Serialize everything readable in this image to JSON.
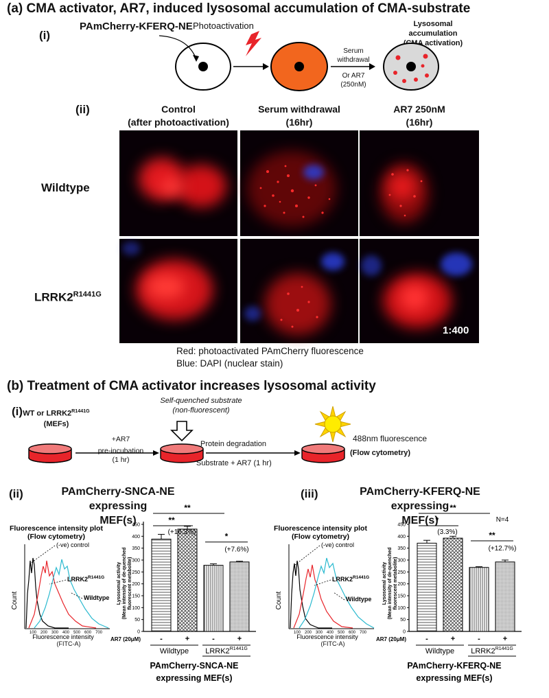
{
  "panel_a": {
    "title": "(a)  CMA activator, AR7, induced lysosomal accumulation of CMA-substrate",
    "i_label": "(i)",
    "reporter": "PAmCherry-KFERQ-NE",
    "photoactivation": "Photoactivation",
    "serum_line1": "Serum",
    "serum_line2": "withdrawal",
    "or_ar7": "Or AR7",
    "ar7_conc": "(250nM)",
    "lyso_line1": "Lysosomal  accumulation",
    "lyso_line2": "(CMA activation)",
    "ii_label": "(ii)",
    "col1_line1": "Control",
    "col1_line2": "(after photoactivation)",
    "col2_line1": "Serum withdrawal",
    "col2_line2": "(16hr)",
    "col3_line1": "AR7 250nM",
    "col3_line2": "(16hr)",
    "row1": "Wildtype",
    "row2_base": "LRRK2",
    "row2_sup": "R1441G",
    "magnification": "1:400",
    "legend_red": "Red: photoactivated PAmCherry fluorescence",
    "legend_blue": "Blue: DAPI (nuclear stain)"
  },
  "panel_b": {
    "title": "(b)  Treatment of CMA activator increases lysosomal activity",
    "i_label": "(i)",
    "wt_line1": "WT or LRRK2",
    "wt_sup": "R1441G",
    "mefs": "(MEFs)",
    "plus_ar7": "+AR7",
    "preinc": "pre-incubation",
    "one_hr": "(1 hr)",
    "selfq_line1": "Self-quenched substrate",
    "selfq_line2": "(non-fluorescent)",
    "protein_deg": "Protein degradation",
    "substrate_ar7": "Substrate + AR7 (1 hr)",
    "fluor488": "488nm fluorescence",
    "flow": "(Flow cytometry)"
  },
  "subpanels": [
    {
      "label": "(ii)",
      "title_line1": "PAmCherry-SNCA-NE expressing",
      "title_line2": "MEF(s)",
      "plot_title1": "Fluorescence intensity plot",
      "plot_title2": "(Flow cytometry)",
      "neg_control": "(-ve) control",
      "lrrk2_base": "LRRK2",
      "lrrk2_sup": "R1441G",
      "wildtype": "Wildtype",
      "count": "Count",
      "xlabel": "Fluorescence intensity",
      "xsub": "(FITC-A)",
      "xticks": [
        "100",
        "200",
        "300",
        "400",
        "500",
        "600",
        "700"
      ],
      "ylabel1": "Lysosomal activity",
      "ylabel2": "(Mean intensity of de-quenched",
      "ylabel3": "fluorescent metabolite)",
      "sig_top": "**",
      "sig_mid": "**",
      "sig_right": "*",
      "pct_left": "(+16.3%)",
      "pct_right": "(+7.6%)",
      "ar7_label": "AR7 (20μM)",
      "signs": [
        "-",
        "+",
        "-",
        "+"
      ],
      "group1": "Wildtype",
      "group2_base": "LRRK2",
      "group2_sup": "R1441G",
      "footer1": "PAmCherry-SNCA-NE",
      "footer2": "expressing MEF(s)"
    },
    {
      "label": "(iii)",
      "title_line1": "PAmCherry-KFERQ-NE expressing",
      "title_line2": "MEF(s)",
      "plot_title1": "Fluorescence intensity plot",
      "plot_title2": "(Flow cytometry)",
      "neg_control": "(-ve) control",
      "lrrk2_base": "LRRK2",
      "lrrk2_sup": "R1441G",
      "wildtype": "Wildtype",
      "count": "Count",
      "xlabel": "Fluorescence intensity",
      "xsub": "(FITC-A)",
      "xticks": [
        "100",
        "200",
        "300",
        "400",
        "500",
        "600",
        "700"
      ],
      "ylabel1": "Lysosomal activity",
      "ylabel2": "(Mean intensity of de-quenched",
      "ylabel3": "fluorescent metabolite)",
      "sig_top": "**",
      "sig_mid": "*",
      "sig_right": "**",
      "pct_left": "(3.3%)",
      "pct_right": "(+12.7%)",
      "n_label": "N=4",
      "ar7_label": "AR7 (20μM)",
      "signs": [
        "-",
        "+",
        "-",
        "+"
      ],
      "group1": "Wildtype",
      "group2_base": "LRRK2",
      "group2_sup": "R1441G",
      "footer1": "PAmCherry-KFERQ-NE",
      "footer2": "expressing MEF(s)"
    }
  ],
  "chart_data": [
    {
      "type": "bar",
      "categories": [
        "Wildtype -",
        "Wildtype +",
        "LRRK2R1441G -",
        "LRRK2R1441G +"
      ],
      "values": [
        388,
        430,
        278,
        292
      ],
      "errors": [
        20,
        12,
        6,
        3
      ],
      "ylim": [
        0,
        450
      ],
      "yticks": [
        0,
        50,
        100,
        150,
        200,
        250,
        300,
        350,
        400,
        450
      ]
    },
    {
      "type": "bar",
      "categories": [
        "Wildtype -",
        "Wildtype +",
        "LRRK2R1441G -",
        "LRRK2R1441G +"
      ],
      "values": [
        371,
        392,
        269,
        292
      ],
      "errors": [
        12,
        8,
        3,
        8
      ],
      "ylim": [
        0,
        450
      ],
      "yticks": [
        0,
        50,
        100,
        150,
        200,
        250,
        300,
        350,
        400,
        450
      ]
    }
  ]
}
